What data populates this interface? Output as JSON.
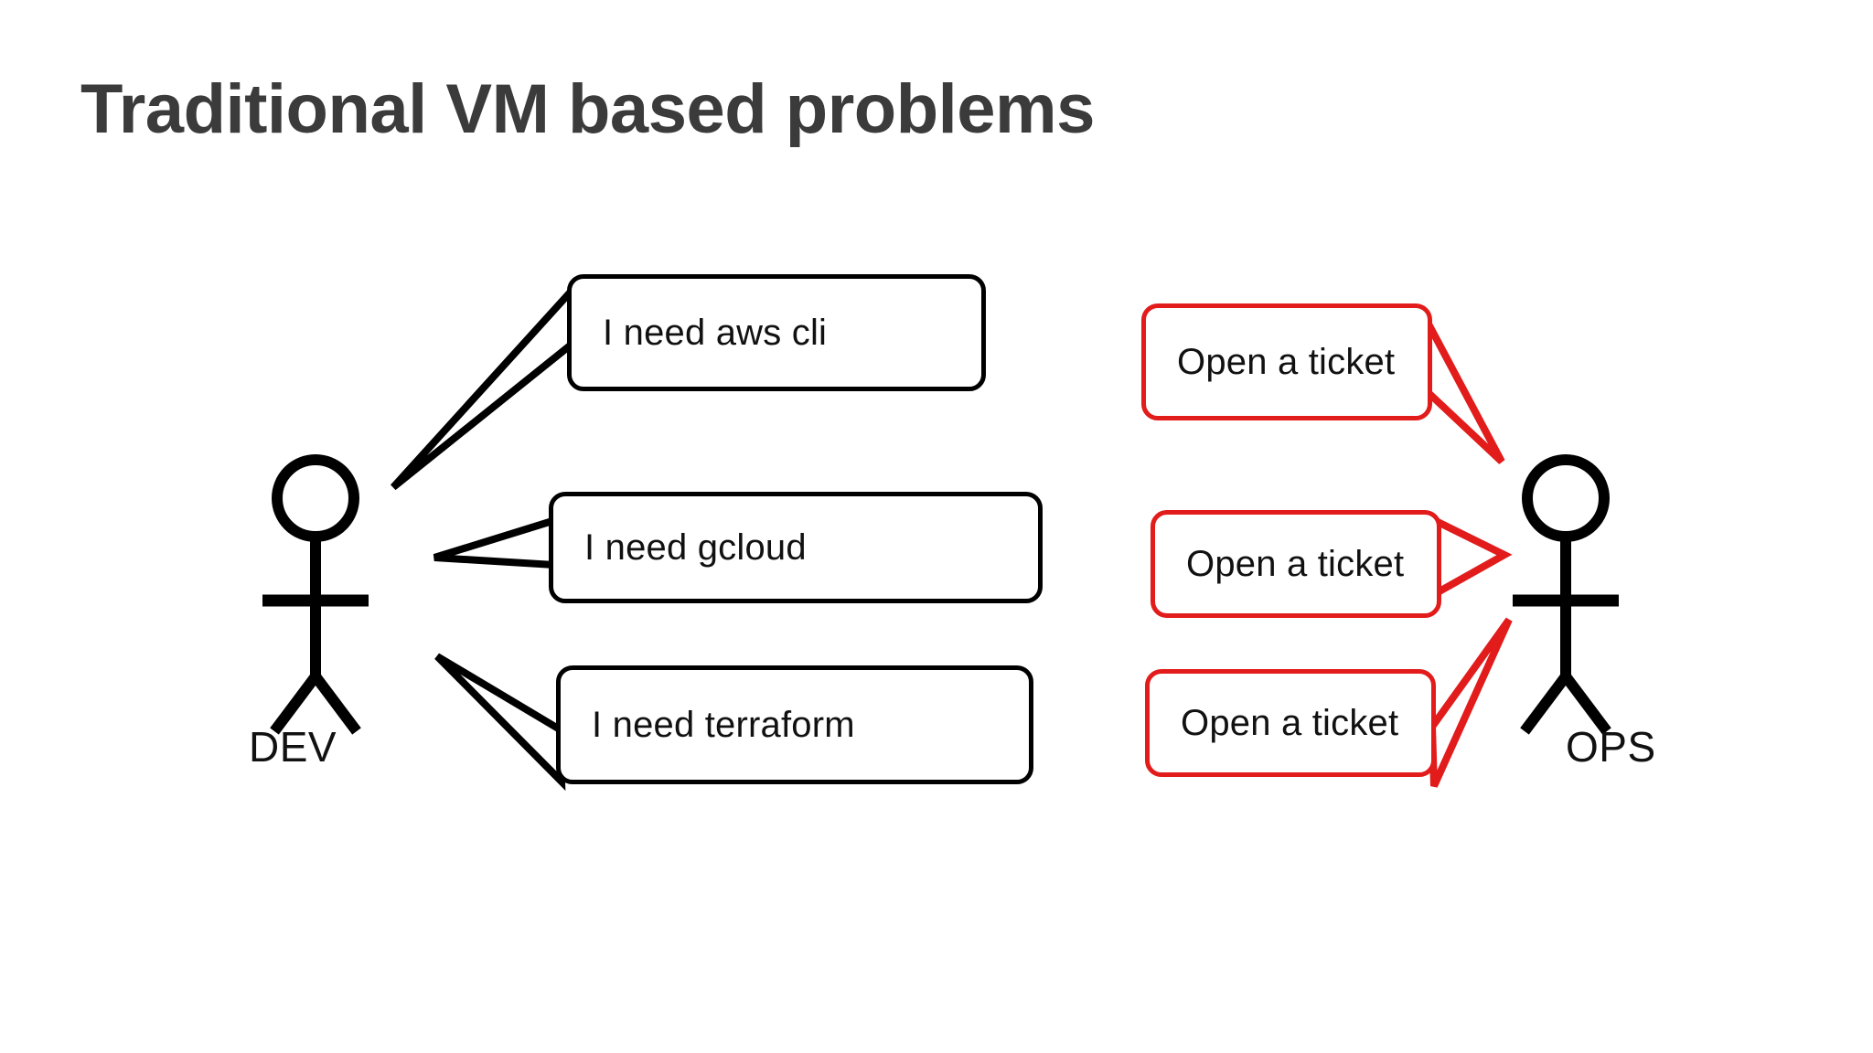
{
  "slide": {
    "title": "Traditional VM based problems",
    "background_color": "#ffffff"
  },
  "colors": {
    "title_text": "#3b3b3b",
    "dev_stroke": "#000000",
    "ops_stroke": "#e21b1b",
    "body_text": "#111111"
  },
  "actors": [
    {
      "id": "dev",
      "label": "DEV",
      "side": "left"
    },
    {
      "id": "ops",
      "label": "OPS",
      "side": "right"
    }
  ],
  "dev_requests": [
    {
      "label": "I need aws cli"
    },
    {
      "label": "I need gcloud"
    },
    {
      "label": "I need terraform"
    }
  ],
  "ops_responses": [
    {
      "label": "Open a ticket"
    },
    {
      "label": "Open a ticket"
    },
    {
      "label": "Open a ticket"
    }
  ],
  "icons": {
    "dev_figure": "stick-figure-icon",
    "ops_figure": "stick-figure-icon"
  }
}
